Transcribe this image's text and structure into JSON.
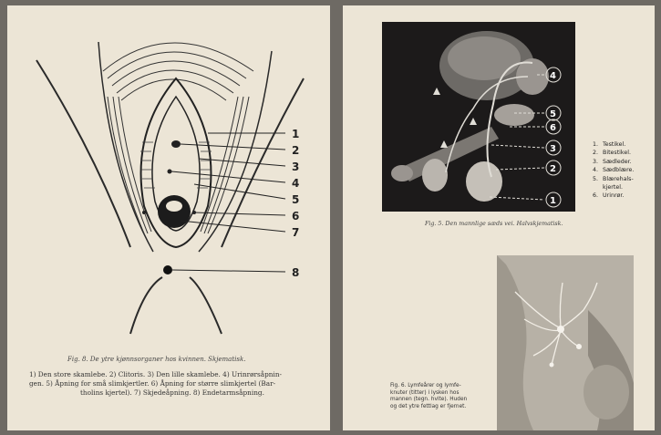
{
  "left_page": {
    "figure_caption": "Fig. 8. De ytre kjønnsorganer hos kvinnen. Skjematisk.",
    "labels": [
      "1",
      "2",
      "3",
      "4",
      "5",
      "6",
      "7",
      "8"
    ],
    "legend_line1": "1) Den store skamlebe. 2) Clitoris. 3) Den lille skamlebe. 4) Urinrørsåpnin-",
    "legend_line2": "gen. 5) Åpning for små slimkjertler. 6) Åpning for større slimkjertel (Bar-",
    "legend_line3": "tholins kjertel). 7) Skjedeåpning. 8) Endetarmsåpning."
  },
  "right_page": {
    "fig5": {
      "labels": [
        "1",
        "2",
        "3",
        "4",
        "5",
        "6"
      ],
      "legend": [
        {
          "n": "1.",
          "text": "Testikel."
        },
        {
          "n": "2.",
          "text": "Bitestikel."
        },
        {
          "n": "3.",
          "text": "Sædleder."
        },
        {
          "n": "4.",
          "text": "Sædblære."
        },
        {
          "n": "5.",
          "text": "Blærehals-"
        },
        {
          "n": "",
          "text": "kjertel."
        },
        {
          "n": "6.",
          "text": "Urinrør."
        }
      ],
      "caption": "Fig. 5. Den mannlige sæds vei. Halvskjematisk."
    },
    "fig6": {
      "caption_lines": [
        "Fig. 6. Lymfeårer og lymfe-",
        "knuter (titter) i lysken hos",
        "mannen (tegn. hvite). Huden",
        "og det ytre fettlag er fjernet."
      ]
    }
  },
  "colors": {
    "paper": "#ece5d6",
    "ink": "#222222",
    "plate": "#1c1a1a"
  }
}
